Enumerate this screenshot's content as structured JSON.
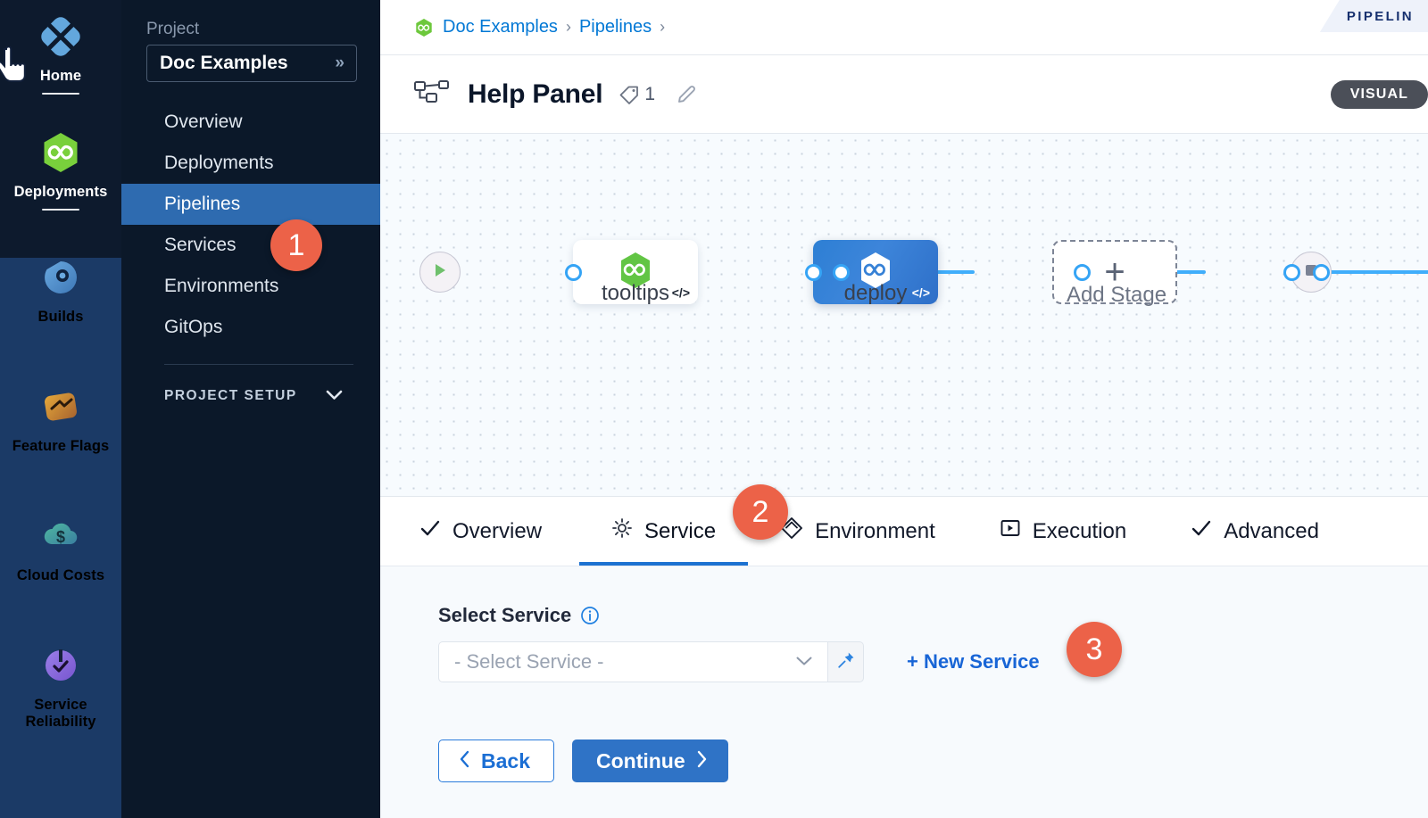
{
  "rail": {
    "top_items": [
      {
        "label": "Home",
        "icon": "home-diamond-icon",
        "active": true
      },
      {
        "label": "Deployments",
        "icon": "harness-hexagon-icon",
        "active": true
      }
    ],
    "bottom_items": [
      {
        "label": "Builds",
        "icon": "builds-icon"
      },
      {
        "label": "Feature Flags",
        "icon": "feature-flags-icon"
      },
      {
        "label": "Cloud Costs",
        "icon": "cloud-costs-icon"
      },
      {
        "label": "Service Reliability",
        "icon": "service-reliability-icon"
      }
    ]
  },
  "project_nav": {
    "section_label": "Project",
    "selected_project": "Doc Examples",
    "expand_icon": "double-chevron-right-icon",
    "items": [
      {
        "label": "Overview",
        "active": false
      },
      {
        "label": "Deployments",
        "active": false
      },
      {
        "label": "Pipelines",
        "active": true
      },
      {
        "label": "Services",
        "active": false
      },
      {
        "label": "Environments",
        "active": false
      },
      {
        "label": "GitOps",
        "active": false
      }
    ],
    "setup_label": "PROJECT SETUP",
    "setup_chevron": "chevron-down-icon"
  },
  "breadcrumb": {
    "org_icon": "harness-hexagon-icon",
    "items": [
      "Doc Examples",
      "Pipelines"
    ],
    "separator": "›"
  },
  "studio_tab": {
    "label": "PIPELIN"
  },
  "header": {
    "icon": "pipeline-nodes-icon",
    "title": "Help Panel",
    "tag_icon": "tag-icon",
    "tag_count": "1",
    "edit_icon": "pencil-icon",
    "mode_badge": "VISUAL"
  },
  "canvas": {
    "start_node": {
      "icon": "play-icon",
      "name": "start-node"
    },
    "end_node": {
      "icon": "stop-square-icon",
      "name": "end-node"
    },
    "stages": [
      {
        "name": "tooltips",
        "icon": "harness-hexagon-green-icon",
        "code_marker": "</>",
        "selected": false
      },
      {
        "name": "deploy",
        "icon": "harness-hexagon-white-icon",
        "code_marker": "</>",
        "selected": true
      }
    ],
    "add_stage": {
      "label": "Add Stage",
      "icon": "plus-icon"
    }
  },
  "tabs": [
    {
      "label": "Overview",
      "icon": "check-icon",
      "active": false
    },
    {
      "label": "Service",
      "icon": "gear-icon",
      "active": true
    },
    {
      "label": "Environment",
      "icon": "layers-diamond-icon",
      "active": false
    },
    {
      "label": "Execution",
      "icon": "play-box-icon",
      "active": false
    },
    {
      "label": "Advanced",
      "icon": "check-icon",
      "active": false
    }
  ],
  "form": {
    "select_service_label": "Select Service",
    "info_icon": "info-icon",
    "select_value": "- Select Service -",
    "select_chevron": "chevron-down-icon",
    "pin_icon": "pin-icon",
    "new_service_link": "+ New Service",
    "back_label": "Back",
    "back_icon": "chevron-left-icon",
    "continue_label": "Continue",
    "continue_icon": "chevron-right-icon"
  },
  "callouts": [
    {
      "number": "1",
      "target": "pipelines-nav-item"
    },
    {
      "number": "2",
      "target": "service-tab"
    },
    {
      "number": "3",
      "target": "new-service-link"
    }
  ],
  "colors": {
    "accent_blue": "#2e6bb0",
    "link_blue": "#0278d5",
    "callout_orange": "#ec6248",
    "harness_green": "#6fc53f",
    "rail_dark": "#0d1a2d",
    "rail_navy": "#1b3a66",
    "wire_blue": "#40aefb"
  }
}
